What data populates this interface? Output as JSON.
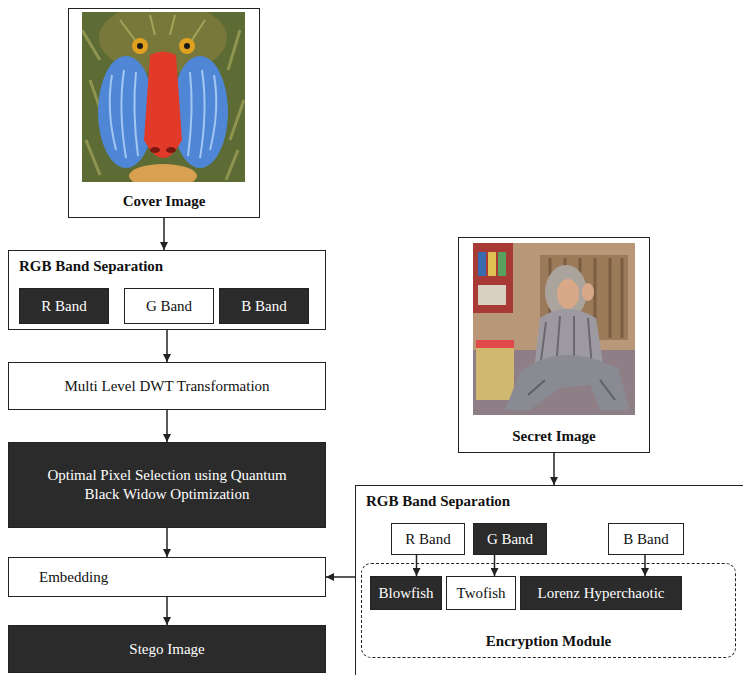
{
  "diagram": {
    "nodes": [
      {
        "text": [
          "Cover Image"
        ]
      },
      {
        "text": [
          "RGB Band Separation"
        ]
      },
      {
        "text": [
          "R Band"
        ],
        "in": 1
      },
      {
        "text": [
          "G Band"
        ],
        "in": 1
      },
      {
        "text": [
          "B Band"
        ],
        "in": 1
      },
      {
        "text": [
          "Multi Level DWT Transformation"
        ]
      },
      {
        "text": [
          "Optimal Pixel Selection using Quantum Black Widow Optimization"
        ]
      },
      {
        "text": [
          "Embedding"
        ]
      },
      {
        "text": [
          "Stego Image"
        ]
      },
      {
        "text": [
          "Secret Image"
        ]
      },
      {
        "text": [
          "RGB Band Separation"
        ]
      },
      {
        "text": [
          "R Band"
        ],
        "in": 10
      },
      {
        "text": [
          "G Band"
        ],
        "in": 10
      },
      {
        "text": [
          "B Band"
        ],
        "in": 10
      },
      {
        "text": [
          "Encryption Module"
        ],
        "in": 10
      },
      {
        "text": [
          "Blowfish"
        ],
        "in": 14
      },
      {
        "text": [
          "Twofish"
        ],
        "in": 14
      },
      {
        "text": [
          "Lorenz Hyperchaotic"
        ],
        "in": 14
      }
    ],
    "edges": [
      {
        "from": 0,
        "to": 1,
        "arrow": "to"
      },
      {
        "from": 1,
        "to": 5,
        "arrow": "to"
      },
      {
        "from": 5,
        "to": 6,
        "arrow": "to"
      },
      {
        "from": 6,
        "to": 7,
        "arrow": "to"
      },
      {
        "from": 7,
        "to": 8,
        "arrow": "to"
      },
      {
        "from": 9,
        "to": 10,
        "arrow": "to"
      },
      {
        "from": 10,
        "to": 7,
        "arrow": "to"
      },
      {
        "from": 11,
        "to": 15,
        "arrow": "to"
      },
      {
        "from": 12,
        "to": 16,
        "arrow": "to"
      },
      {
        "from": 13,
        "to": 17,
        "arrow": "to"
      }
    ]
  }
}
